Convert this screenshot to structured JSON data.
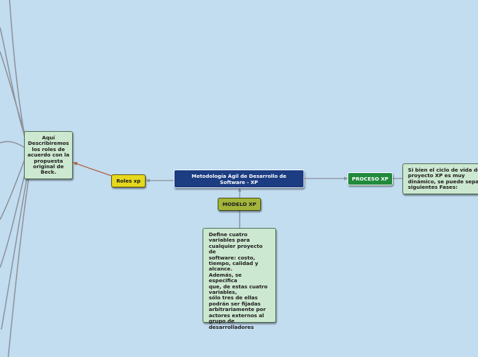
{
  "mindmap": {
    "center": {
      "label": "Metodología Ágil de Desarrollo de Software - XP"
    },
    "roles": {
      "label": "Roles xp"
    },
    "modelo": {
      "label": "MODELO XP"
    },
    "proceso": {
      "label": "PROCESO XP"
    },
    "roles_note": {
      "text": "Aquí Describiremos los roles de acuerdo con la propuesta original de Beck."
    },
    "modelo_note": {
      "text": "Define cuatro\nvariables para\ncualquier proyecto de\nsoftware: costo,\ntiempo, calidad y\nalcance.\nAdemás, se especifica\nque, de estas cuatro\nvariables,\nsólo tres de ellas\npodrán ser fijadas\narbitrariamente por\nactores externos al\ngrupo de\ndesarrolladores"
    },
    "proceso_note": {
      "lines": [
        "Si bien el ciclo de vida de un",
        "proyecto XP es muy",
        "dinámico, se puede separar en",
        "siguientes Fases:"
      ]
    }
  },
  "colors": {
    "background": "#c2dcf0",
    "center": "#1c3d82",
    "roles": "#e6d81c",
    "modelo": "#a3b43a",
    "proceso": "#218a3c",
    "note": "#cde8d0",
    "roles_link": "#b0603a",
    "link": "#8a9098"
  }
}
